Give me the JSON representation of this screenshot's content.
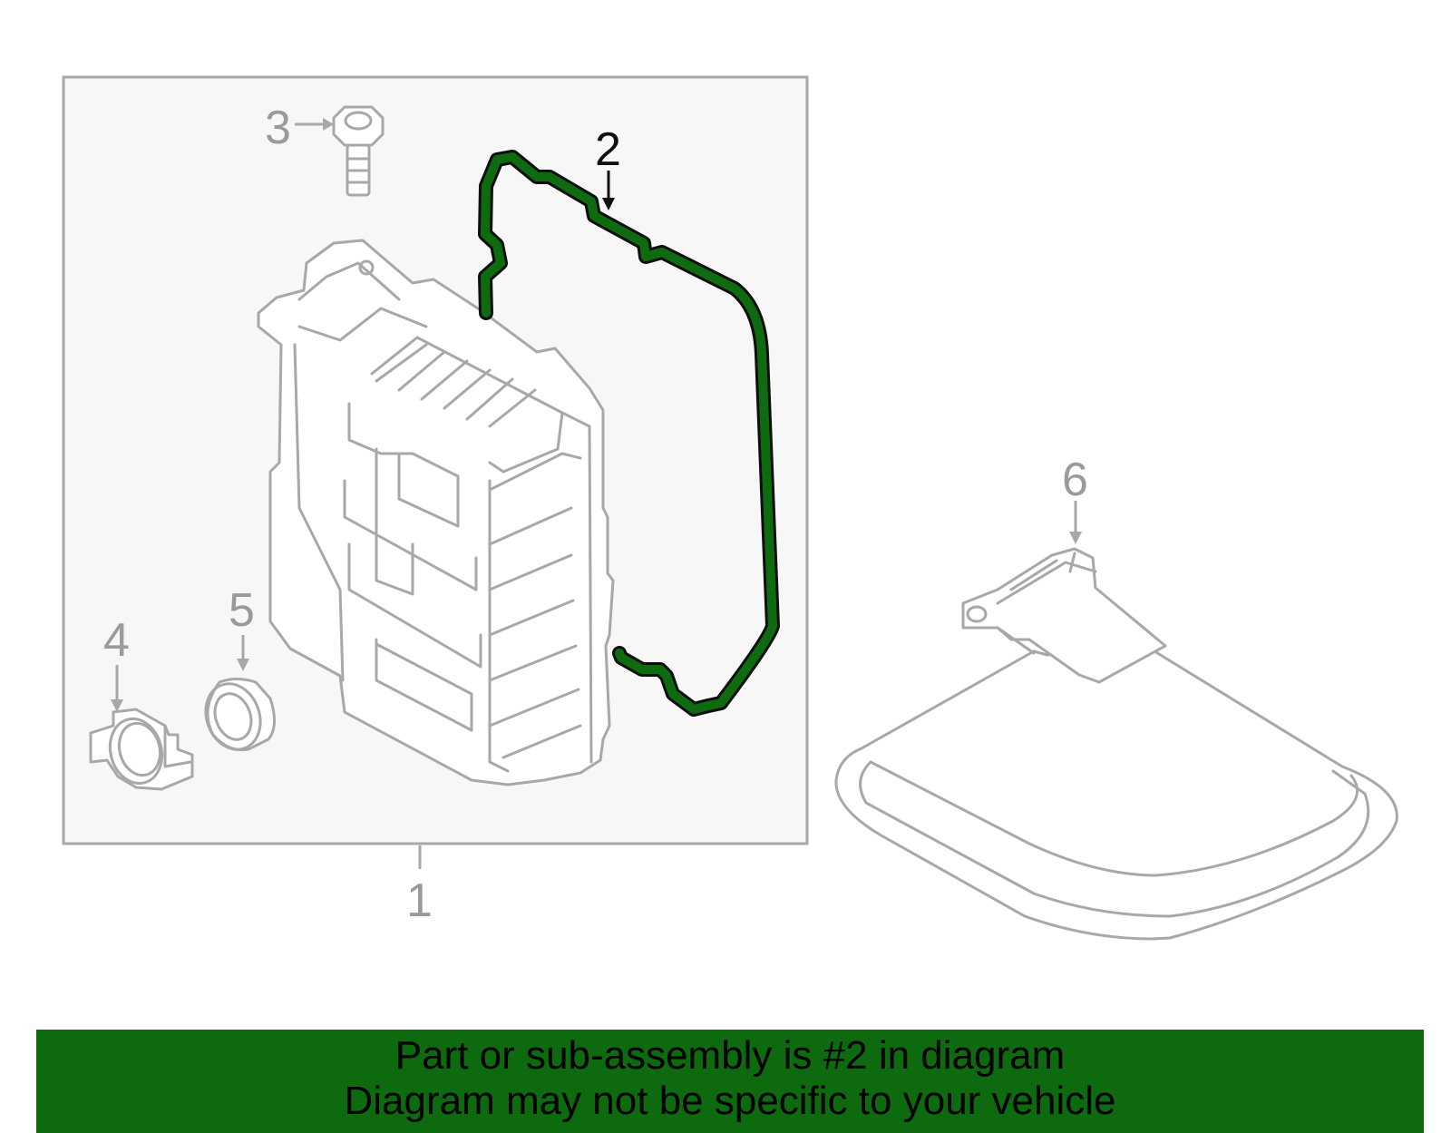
{
  "callouts": {
    "c1": "1",
    "c2": "2",
    "c3": "3",
    "c4": "4",
    "c5": "5",
    "c6": "6"
  },
  "banner": {
    "line1": "Part or sub-assembly is #2 in diagram",
    "line2": "Diagram may not be specific to your vehicle"
  },
  "colors": {
    "highlight": "#0e6a0e",
    "part_outline": "#a8a8a8",
    "box_fill": "#f7f7f7"
  }
}
